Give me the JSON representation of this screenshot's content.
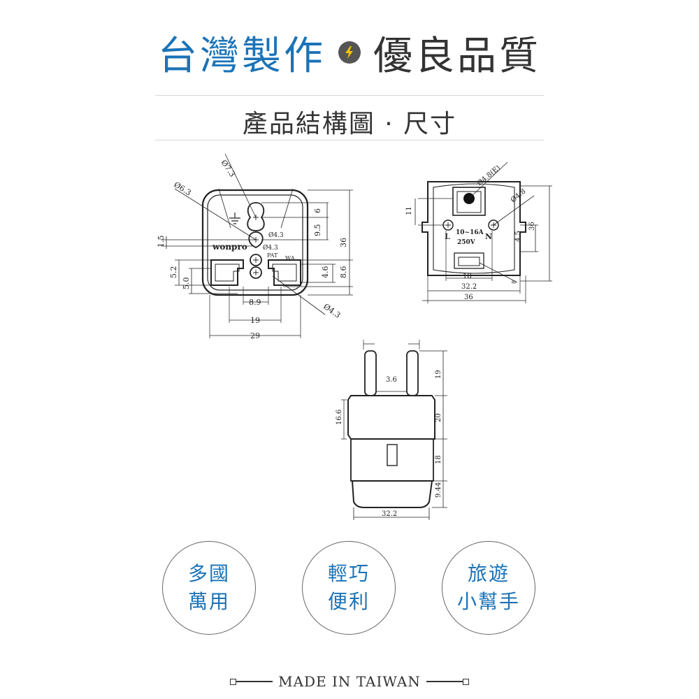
{
  "header": {
    "title_left": "台灣製作",
    "title_right": "優良品質",
    "separator_icon": "lightning-bolt-icon",
    "accent_color": "#1a73b8"
  },
  "subtitle": "產品結構圖 · 尺寸",
  "front_view": {
    "brand": "wonpro",
    "marks": [
      "PAT",
      "WA"
    ],
    "dimensions": [
      "Ø7.3",
      "Ø6.3",
      "Ø4.3",
      "Ø4.3",
      "Ø4.3",
      "6",
      "9.5",
      "36",
      "4.6",
      "8.6",
      "1.5",
      "5.2",
      "5.0",
      "8.9",
      "19",
      "29"
    ]
  },
  "rear_view": {
    "rating_current": "10~16A",
    "rating_voltage": "250V",
    "pin_labels": [
      "L",
      "N"
    ],
    "dimensions": [
      "Ø4.8(E)",
      "Ø4.8",
      "11",
      "36",
      "4.5",
      "18",
      "32.2",
      "36",
      "8"
    ]
  },
  "side_view": {
    "dimensions": [
      "3.6",
      "16.6",
      "19",
      "20",
      "18",
      "9.44",
      "32.2"
    ]
  },
  "badges": [
    {
      "line1": "多國",
      "line2": "萬用"
    },
    {
      "line1": "輕巧",
      "line2": "便利"
    },
    {
      "line1": "旅遊",
      "line2": "小幫手"
    }
  ],
  "footer": "MADE IN TAIWAN"
}
